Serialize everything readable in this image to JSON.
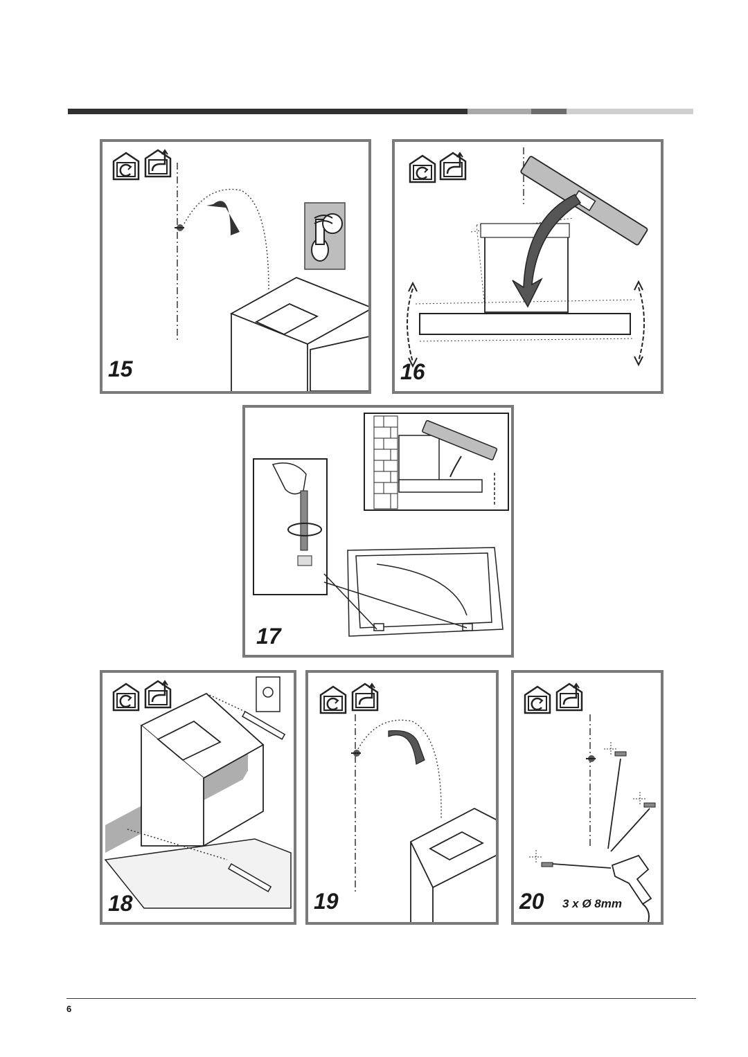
{
  "header_bar": {
    "segments": [
      {
        "color": "#2f2f2f"
      },
      {
        "color": "#a9a9a9"
      },
      {
        "color": "#6c6c6c"
      },
      {
        "color": "#cfcfcf"
      }
    ]
  },
  "steps": {
    "s15": {
      "number": "15"
    },
    "s16": {
      "number": "16"
    },
    "s17": {
      "number": "17"
    },
    "s18": {
      "number": "18"
    },
    "s19": {
      "number": "19"
    },
    "s20": {
      "number": "20",
      "drill_spec": "3 x Ø 8mm"
    }
  },
  "icons": [
    "recirculation-mode-icon",
    "extraction-mode-icon"
  ],
  "footer": {
    "page_number": "6"
  }
}
